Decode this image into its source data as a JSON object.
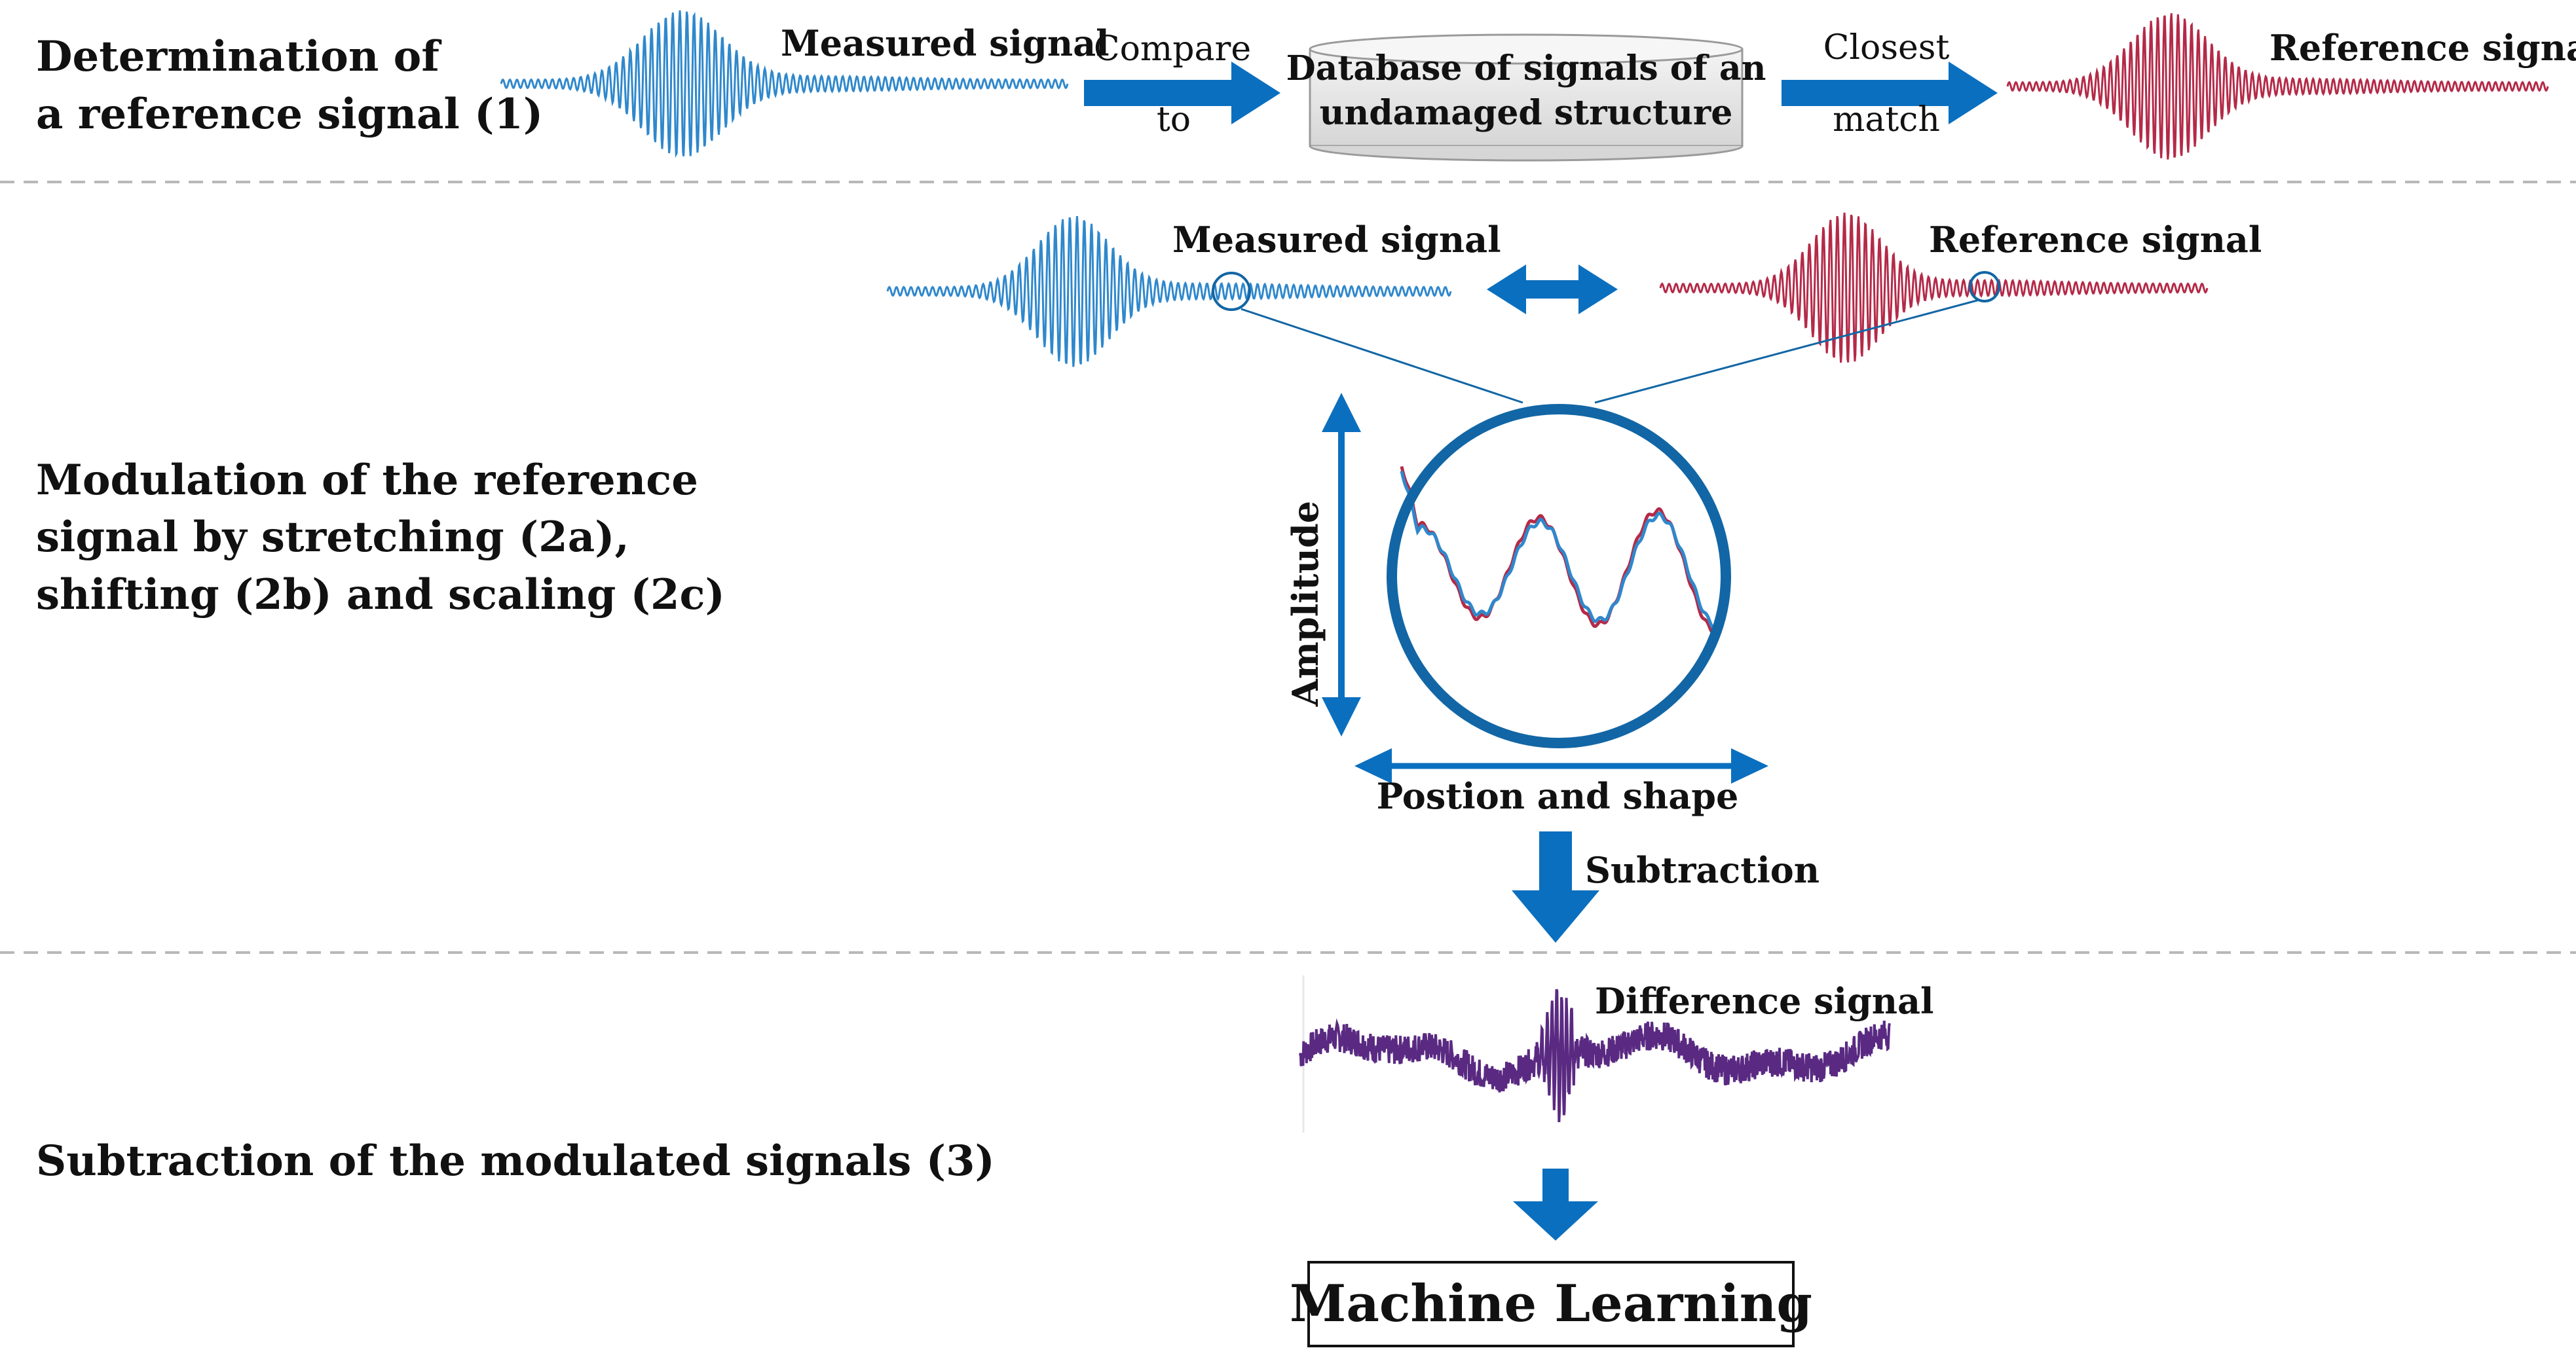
{
  "steps": {
    "step1": [
      "Determination of",
      "a reference signal (1)"
    ],
    "step2": [
      "Modulation of the reference",
      "signal by stretching (2a),",
      "shifting (2b) and scaling (2c)"
    ],
    "step3": "Subtraction of the modulated signals (3)"
  },
  "row1": {
    "measured_label": "Measured signal",
    "compare_label_top": "Compare",
    "compare_label_bottom": "to",
    "database_lines": [
      "Database of signals of an",
      "undamaged structure"
    ],
    "closest_label_top": "Closest",
    "closest_label_bottom": "match",
    "reference_label": "Reference signal"
  },
  "row2": {
    "measured_label": "Measured signal",
    "reference_label": "Reference signal",
    "amplitude_label": "Amplitude",
    "position_label": "Postion and shape",
    "subtraction_label": "Subtraction"
  },
  "row3": {
    "difference_label": "Difference signal",
    "ml_label": "Machine Learning"
  },
  "colors": {
    "measured": "#2f88cc",
    "reference": "#b42a48",
    "difference": "#5a2a82",
    "arrow": "#0b6fbf",
    "circle": "#1266a5",
    "divider": "#b8b8b8"
  }
}
